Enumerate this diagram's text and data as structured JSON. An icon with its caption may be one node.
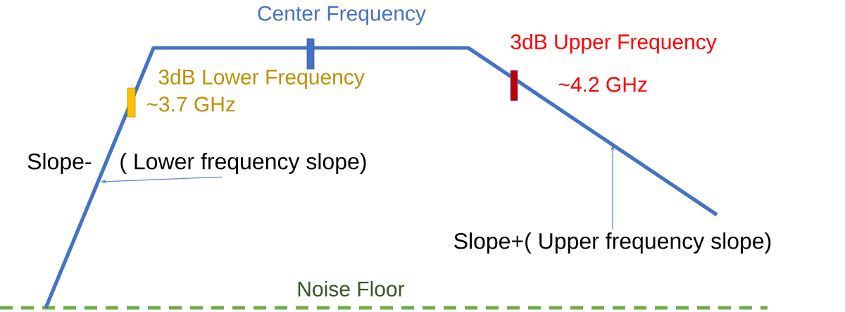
{
  "diagram": {
    "nodes": [
      {
        "text": [
          "( Lower frequency slope)"
        ],
        "beside": [
          "Slope-"
        ]
      },
      {
        "text": [
          "Slope+( Upper frequency slope)"
        ]
      }
    ],
    "edges": [
      {
        "from": 0,
        "to": null,
        "arrow": "to"
      },
      {
        "from": 1,
        "to": null,
        "arrow": "to"
      }
    ],
    "labels": [
      "Center Frequency",
      "3dB Lower Frequency",
      "~3.7 GHz",
      "3dB Upper Frequency",
      "~4.2 GHz",
      "Noise Floor"
    ]
  }
}
